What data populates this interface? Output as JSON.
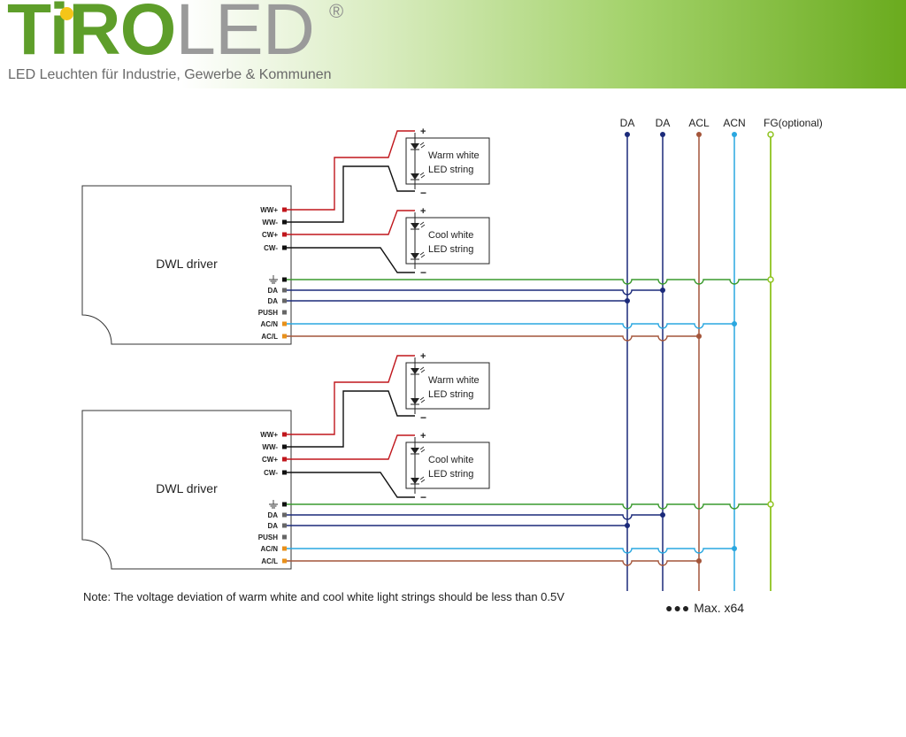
{
  "header": {
    "logo_ti": "Ti",
    "logo_ro": "RO",
    "logo_led": "LED",
    "logo_reg": "®",
    "tagline": "LED Leuchten für Industrie, Gewerbe & Kommunen"
  },
  "bus": {
    "da1": "DA",
    "da2": "DA",
    "acl": "ACL",
    "acn": "ACN",
    "fg": "FG(optional)"
  },
  "driver": {
    "title": "DWL driver",
    "pins": [
      "WW+",
      "WW-",
      "CW+",
      "CW-",
      "",
      "DA",
      "DA",
      "PUSH",
      "AC/N",
      "AC/L"
    ]
  },
  "strings": {
    "warm_line1": "Warm white",
    "warm_line2": "LED string",
    "cool_line1": "Cool white",
    "cool_line2": "LED string",
    "plus": "+",
    "minus": "−"
  },
  "note": "Note: The voltage deviation of warm white and cool white light strings should be less than 0.5V",
  "max": {
    "dots": "●●●",
    "label": "Max. x64"
  },
  "colors": {
    "red": "#c0161c",
    "black": "#111111",
    "green": "#3a9a2e",
    "navy": "#1b2a7a",
    "blue": "#2aa7e0",
    "brown": "#a4553a",
    "yellowgreen": "#8fc31f"
  }
}
